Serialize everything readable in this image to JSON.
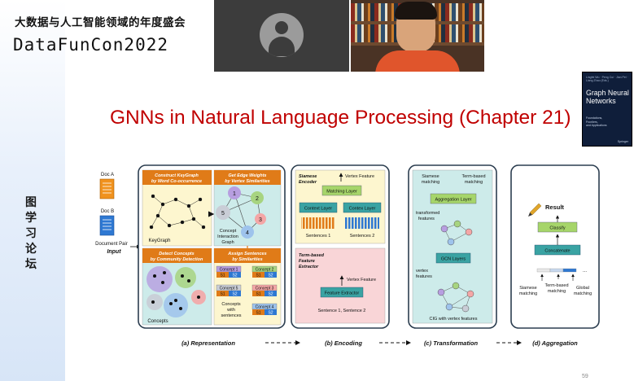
{
  "header": {
    "brand_cn": "大数据与人工智能领域的年度盛会",
    "brand_en": "DataFunCon2022"
  },
  "sidebar": {
    "vertical_label": "图学习论坛"
  },
  "slide": {
    "title": "GNNs in Natural Language Processing (Chapter 21)",
    "page_number": "59"
  },
  "book": {
    "small_text": "Lingfei Wu · Peng Cui · Jian Pei · Liang Zhao (Eds.)",
    "title_line1": "Graph Neural",
    "title_line2": "Networks",
    "subtitle_line1": "Foundations,",
    "subtitle_line2": "Frontiers,",
    "subtitle_line3": "and Applications",
    "publisher": "Springer"
  },
  "diagram": {
    "doc_a": "Doc A",
    "doc_b": "Doc B",
    "document_pair": "Document Pair",
    "input": "Input",
    "rep": {
      "construct_line1": "Construct KeyGraph",
      "construct_line2": "by Word Co-occurrence",
      "keygraph": "KeyGraph",
      "edge_line1": "Get Edge Weights",
      "edge_line2": "by Vertex Similarities",
      "cig_line1": "Concept",
      "cig_line2": "Interaction",
      "cig_line3": "Graph",
      "detect_line1": "Detect Concepts",
      "detect_line2": "by Community Detection",
      "concepts": "Concepts",
      "assign_line1": "Assign Sentences",
      "assign_line2": "by Similarities",
      "concept_1": "Concept 1",
      "concept_2": "Concept 2",
      "concept_3": "Concept 3",
      "concept_4": "Concept 4",
      "concept_5": "Concept 5",
      "s1": "S1",
      "s2": "S2",
      "cws_line1": "Concepts",
      "cws_line2": "with",
      "cws_line3": "sentences",
      "n1": "1",
      "n2": "2",
      "n3": "3",
      "n4": "4",
      "n5": "5"
    },
    "enc": {
      "siamese": "Siamese",
      "encoder": "Encoder",
      "vertex_feature_1": "Vertex Feature",
      "matching_layer": "Matching Layer",
      "context_layer_1": "Context Layer",
      "context_layer_2": "Contex Layer",
      "sentences_1": "Sentences 1",
      "sentences_2": "Sentences 2",
      "termbased": "Term-based",
      "feature": "Feature",
      "extractor": "Extractor",
      "vertex_feature_2": "Vertex Feature",
      "feature_extractor": "Feature Extractor",
      "sentence_pair": "Sentence 1, Sentence 2"
    },
    "trans": {
      "siamese_matching_1": "Siamese",
      "siamese_matching_2": "matching",
      "termbased_matching_1": "Term-based",
      "termbased_matching_2": "matching",
      "aggregation_layer": "Aggregation Layer",
      "transformed_1": "transformed",
      "transformed_2": "features",
      "vertex_features_1": "vertex",
      "vertex_features_2": "features",
      "gcn_layers": "GCN Layers",
      "cig_vertex": "CIG with vertex features"
    },
    "agg": {
      "result": "Result",
      "classify": "Classify",
      "concatenate": "Concatenate",
      "ellipsis": "...",
      "siamese_1": "Siamese",
      "siamese_2": "matching",
      "termbased_1": "Term-based",
      "termbased_2": "matching",
      "global_1": "Global",
      "global_2": "matching"
    },
    "captions": {
      "a": "(a) Representation",
      "b": "(b) Encoding",
      "c": "(c) Transformation",
      "d": "(d) Aggregation"
    }
  },
  "colors": {
    "title_red": "#c00000",
    "doc_orange": "#f0921e",
    "doc_blue": "#2e78d2",
    "panel_border": "#2c3e50",
    "yellow_box": "#fdf6cf",
    "green_box": "#cdebea",
    "pink_box": "#f9d5d7",
    "orange_header": "#e07b18",
    "teal_layer": "#3aa3a3",
    "green_layer": "#a6d56a"
  }
}
